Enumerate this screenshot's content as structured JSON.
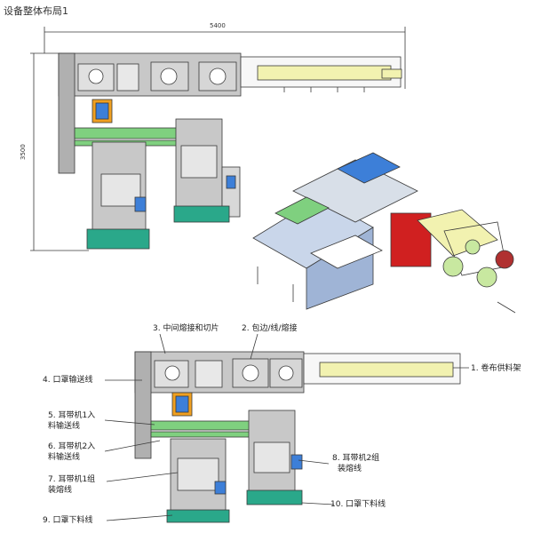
{
  "title": "设备整体布局1",
  "dimensions": {
    "width_mm": "5400",
    "height_mm": "3500"
  },
  "labels": {
    "l1": "1. 卷布供料架",
    "l2": "2. 包边/线/熔接",
    "l3": "3. 中间熔接和切片",
    "l4": "4. 口罩输送线",
    "l5a": "5. 耳带机1入",
    "l5b": "料输送线",
    "l6a": "6. 耳带机2入",
    "l6b": "料输送线",
    "l7a": "7. 耳带机1组",
    "l7b": "装熔线",
    "l8a": "8. 耳带机2组",
    "l8b": "装熔线",
    "l9": "9. 口罩下料线",
    "l10": "10. 口罩下料线"
  },
  "colors": {
    "line": "#3a3a3a",
    "conveyor_green": "#7fd07f",
    "feed_yellow": "#f2f2b0",
    "panel_blue": "#3d7fd8",
    "base_teal": "#2aa88a",
    "frame_gray": "#c8c8c8"
  }
}
